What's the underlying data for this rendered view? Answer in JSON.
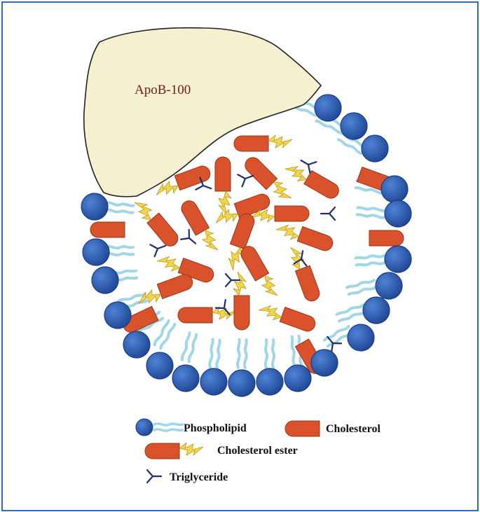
{
  "diagram": {
    "protein_label": "ApoB-100",
    "legend": {
      "phospholipid": "Phospholipid",
      "cholesterol": "Cholesterol",
      "cholesterol_ester": "Cholesterol ester",
      "triglyceride": "Triglyceride"
    }
  },
  "colors": {
    "frame_border": "#2a6fb8",
    "phospholipid_head": "#2f5db5",
    "phospholipid_tail": "#9fd7e6",
    "cholesterol": "#d9522b",
    "ester_tail": "#f3d648",
    "triglyceride": "#1c2f6e",
    "protein_fill": "#f5f0cf"
  }
}
